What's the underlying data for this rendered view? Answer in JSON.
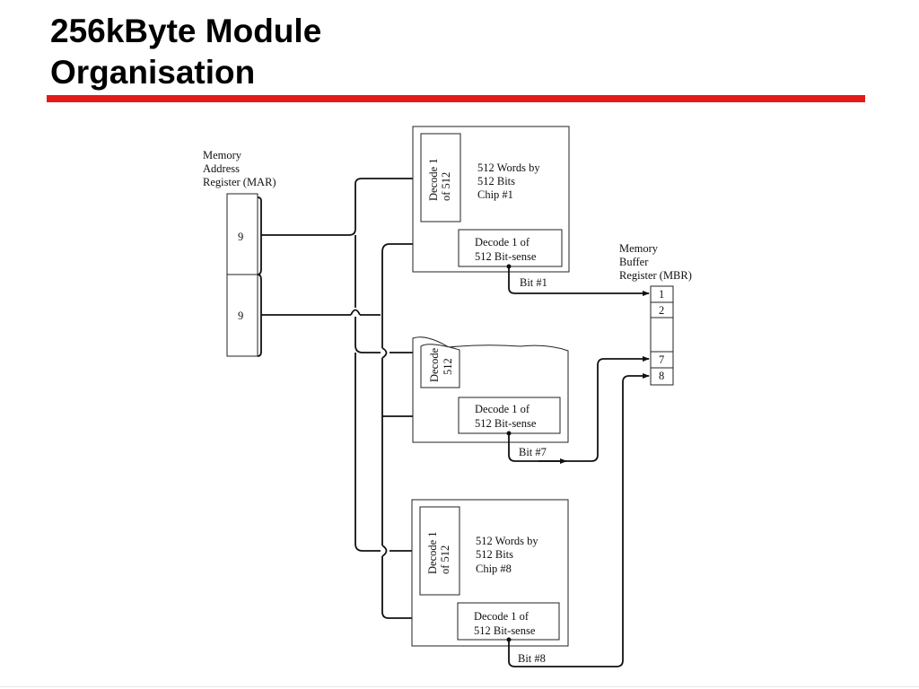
{
  "title": {
    "line1": "256kByte Module",
    "line2": "Organisation"
  },
  "colors": {
    "title_rule": "#e31b1b"
  },
  "diagram": {
    "mar": {
      "label_lines": [
        "Memory",
        "Address",
        "Register (MAR)"
      ],
      "field_top": "9",
      "field_bottom": "9"
    },
    "mbr": {
      "label_lines": [
        "Memory",
        "Buffer",
        "Register (MBR)"
      ],
      "cells": [
        "1",
        "2",
        "",
        "7",
        "8"
      ]
    },
    "chip1": {
      "row_decoder_lines": [
        "Decode 1",
        "of 512"
      ],
      "desc_lines": [
        "512 Words by",
        "512 Bits",
        "Chip #1"
      ],
      "sense_lines": [
        "Decode 1 of",
        "512 Bit-sense"
      ],
      "bit_label": "Bit #1"
    },
    "chip7": {
      "row_decoder_lines": [
        "Decode",
        "512"
      ],
      "sense_lines": [
        "Decode 1 of",
        "512 Bit-sense"
      ],
      "bit_label": "Bit #7"
    },
    "chip8": {
      "row_decoder_lines": [
        "Decode 1",
        "of 512"
      ],
      "desc_lines": [
        "512 Words by",
        "512 Bits",
        "Chip #8"
      ],
      "sense_lines": [
        "Decode 1 of",
        "512 Bit-sense"
      ],
      "bit_label": "Bit #8"
    }
  }
}
